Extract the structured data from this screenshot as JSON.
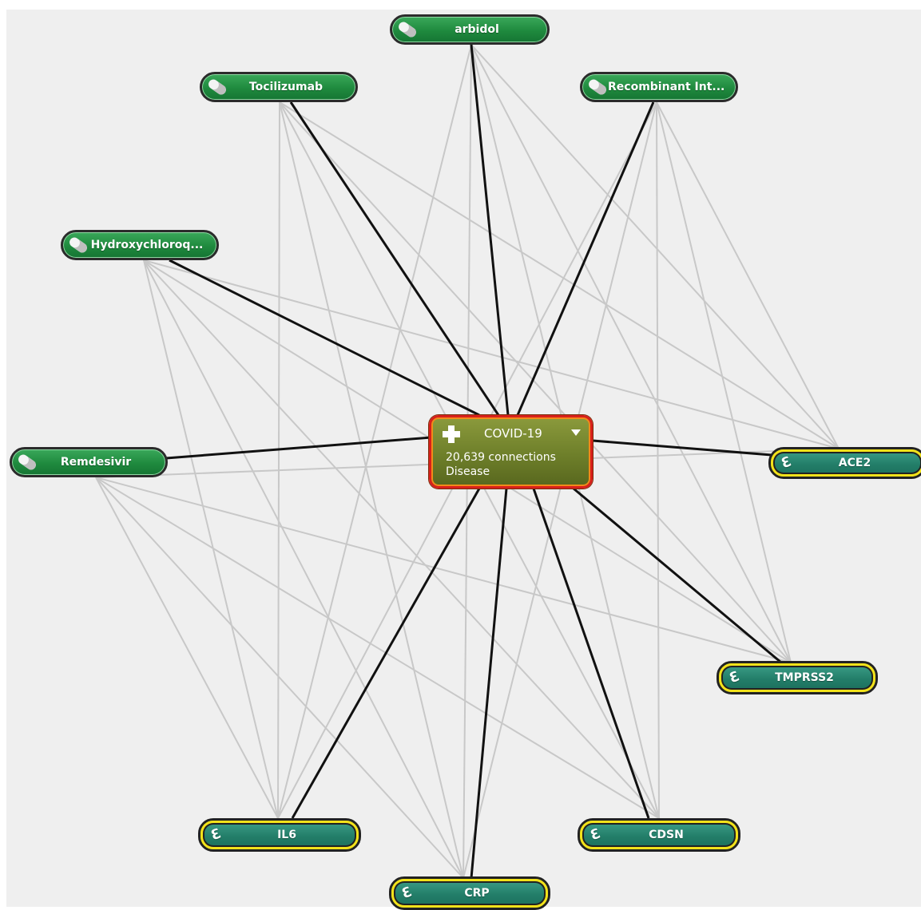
{
  "center": {
    "title": "COVID-19",
    "connections": "20,639 connections",
    "type": "Disease",
    "icon": "cross-icon"
  },
  "drugs": [
    {
      "id": "arbidol",
      "label": "arbidol",
      "icon": "pill-icon"
    },
    {
      "id": "tocilizumab",
      "label": "Tocilizumab",
      "icon": "pill-icon"
    },
    {
      "id": "recombinant",
      "label": "Recombinant Int...",
      "icon": "pill-icon"
    },
    {
      "id": "hydroxychloroquine",
      "label": "Hydroxychloroq...",
      "icon": "pill-icon"
    },
    {
      "id": "remdesivir",
      "label": "Remdesivir",
      "icon": "pill-icon"
    }
  ],
  "genes": [
    {
      "id": "ace2",
      "label": "ACE2",
      "icon": "gene-icon"
    },
    {
      "id": "tmprss2",
      "label": "TMPRSS2",
      "icon": "gene-icon"
    },
    {
      "id": "cdsn",
      "label": "CDSN",
      "icon": "gene-icon"
    },
    {
      "id": "crp",
      "label": "CRP",
      "icon": "gene-icon"
    },
    {
      "id": "il6",
      "label": "IL6",
      "icon": "gene-icon"
    }
  ],
  "colors": {
    "drug_fill": "#1f8a3e",
    "gene_fill": "#237e69",
    "gene_ring": "#f2e21a",
    "center_fill": "#6e7f2a",
    "center_ring": "#d8201b",
    "primary_edge": "#111111",
    "secondary_edge": "#c8c8c8"
  }
}
